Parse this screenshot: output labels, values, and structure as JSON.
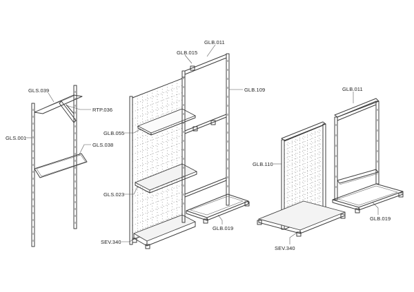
{
  "callouts": {
    "gls039": "GLS.039",
    "rtp036": "RTP.036",
    "gls001": "GLS.001",
    "gls038": "GLS.038",
    "glb015": "GLB.015",
    "glb011_a": "GLB.011",
    "glb109": "GLB.109",
    "glb055": "GLB.055",
    "gls023": "GLS.023",
    "sev340_a": "SEV.340",
    "glb019_a": "GLB.019",
    "glb011_b": "GLB.011",
    "glb110": "GLB.110",
    "glb019_b": "GLB.019",
    "sev340_b": "SEV.340"
  }
}
